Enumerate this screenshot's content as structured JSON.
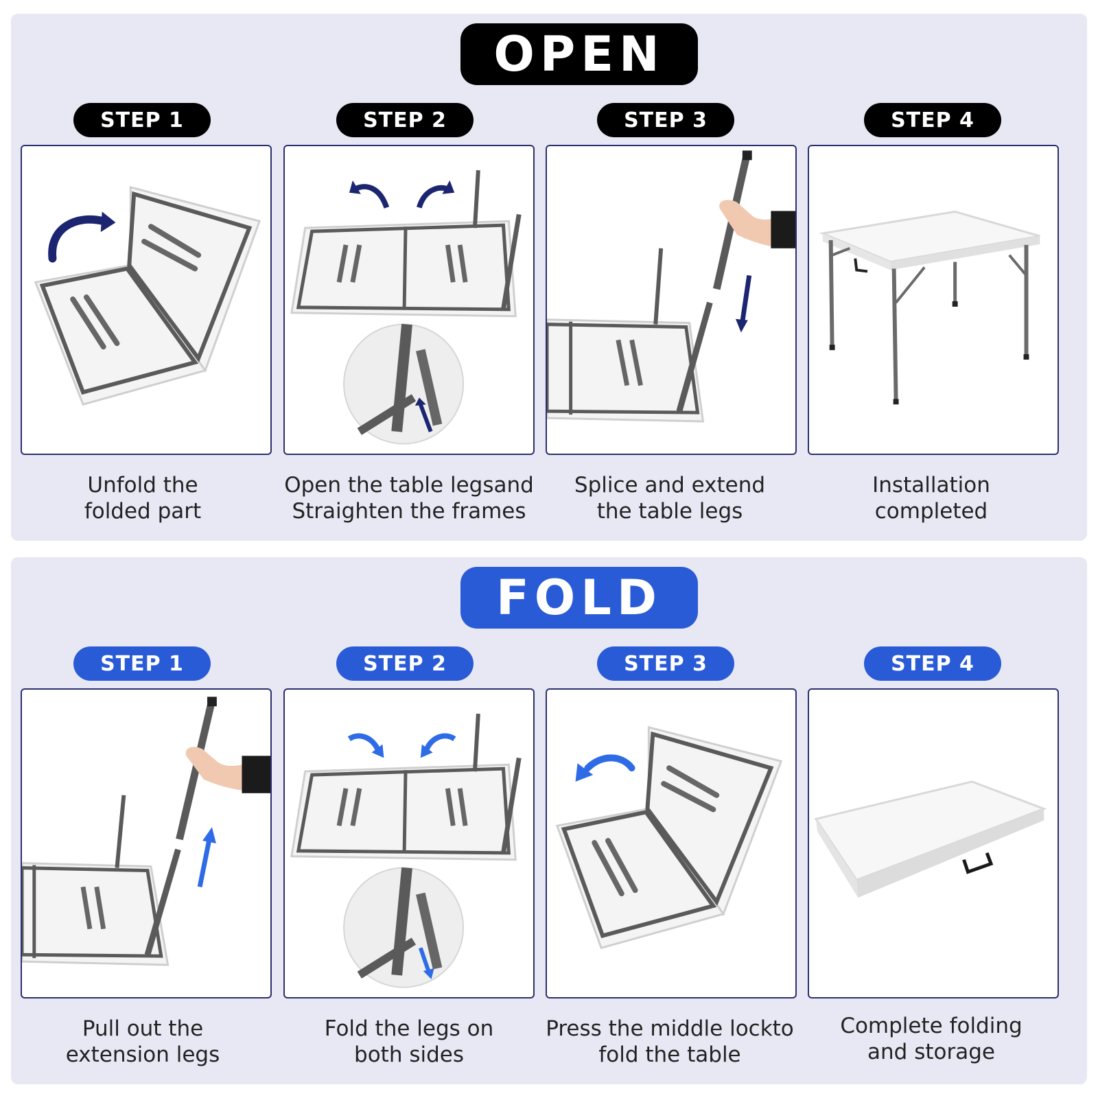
{
  "open": {
    "title": "OPEN",
    "color": "#000000",
    "steps": [
      {
        "label": "STEP 1",
        "line1": "Unfold the",
        "line2": "folded part"
      },
      {
        "label": "STEP 2",
        "line1": "Open the table legsand",
        "line2": "Straighten the frames"
      },
      {
        "label": "STEP 3",
        "line1": "Splice and extend",
        "line2": "the table legs"
      },
      {
        "label": "STEP 4",
        "line1": "Installation",
        "line2": "completed"
      }
    ]
  },
  "fold": {
    "title": "FOLD",
    "color": "#2a5bd7",
    "steps": [
      {
        "label": "STEP 1",
        "line1": "Pull out the",
        "line2": "extension legs"
      },
      {
        "label": "STEP 2",
        "line1": "Fold the legs on",
        "line2": "both sides"
      },
      {
        "label": "STEP 3",
        "line1": "Press the middle lockto",
        "line2": "fold the table"
      },
      {
        "label": "STEP 4",
        "line1": "Complete folding",
        "line2": "and storage"
      }
    ]
  },
  "accents": {
    "arrow_dark": "#1c2670",
    "arrow_blue": "#2e6be6",
    "frame_gray": "#5a5a5a"
  },
  "icons": [
    "curved-arrow-icon",
    "down-arrow-icon",
    "up-arrow-icon"
  ]
}
